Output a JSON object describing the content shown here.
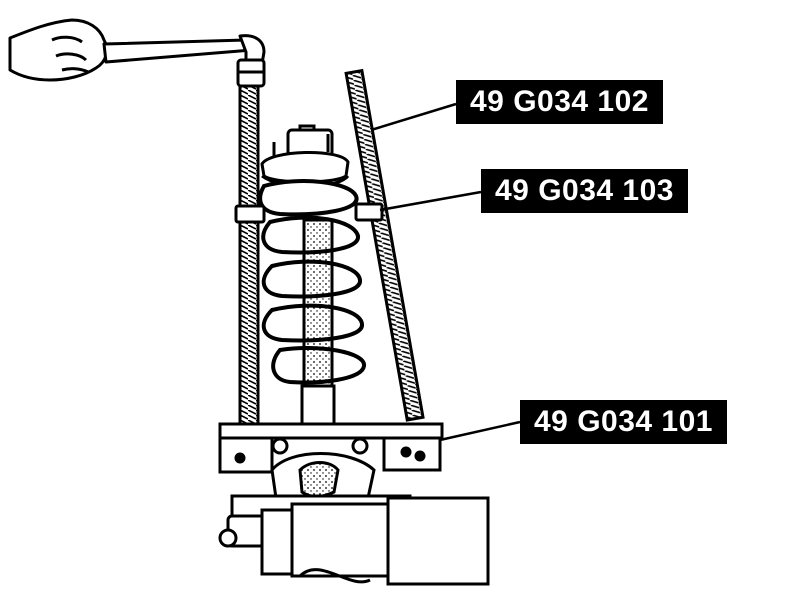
{
  "labels": {
    "top_rod": "49 G034 102",
    "spring_holder": "49 G034 103",
    "base_plate": "49 G034 101"
  },
  "colors": {
    "ink": "#000000",
    "paper": "#ffffff",
    "label_bg": "#000000",
    "label_text": "#ffffff"
  }
}
